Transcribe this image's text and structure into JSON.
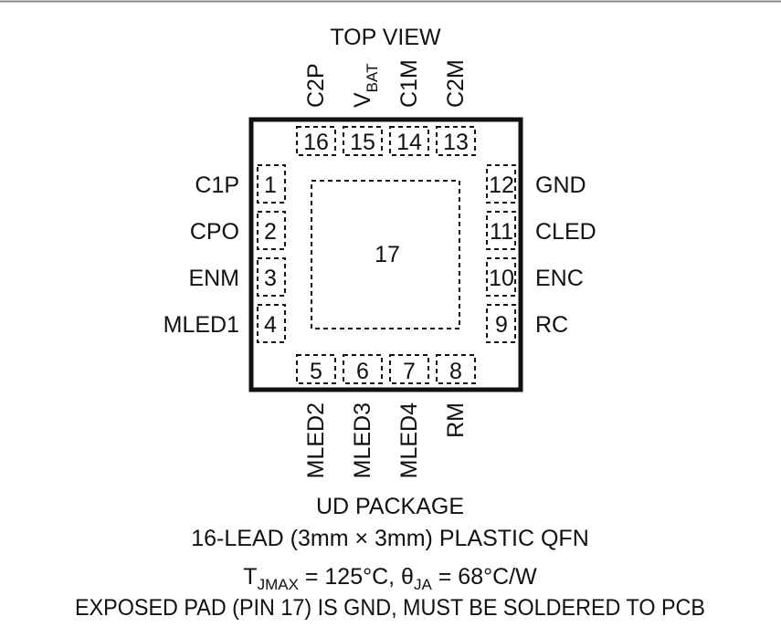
{
  "top_view": "TOP VIEW",
  "pins": {
    "p1": {
      "number": "1",
      "label": "C1P"
    },
    "p2": {
      "number": "2",
      "label": "CPO"
    },
    "p3": {
      "number": "3",
      "label": "ENM"
    },
    "p4": {
      "number": "4",
      "label": "MLED1"
    },
    "p5": {
      "number": "5",
      "label": "MLED2"
    },
    "p6": {
      "number": "6",
      "label": "MLED3"
    },
    "p7": {
      "number": "7",
      "label": "MLED4"
    },
    "p8": {
      "number": "8",
      "label": "RM"
    },
    "p9": {
      "number": "9",
      "label": "RC"
    },
    "p10": {
      "number": "10",
      "label": "ENC"
    },
    "p11": {
      "number": "11",
      "label": "CLED"
    },
    "p12": {
      "number": "12",
      "label": "GND"
    },
    "p13": {
      "number": "13",
      "label": "C2M"
    },
    "p14": {
      "number": "14",
      "label": "C1M"
    },
    "p15": {
      "number": "15",
      "label": "V",
      "label_sub": "BAT"
    },
    "p16": {
      "number": "16",
      "label": "C2P"
    },
    "p17": {
      "number": "17"
    }
  },
  "caption": {
    "package": "UD PACKAGE",
    "lead": "16-LEAD (3mm × 3mm) PLASTIC QFN",
    "tjmax_t": "T",
    "tjmax_sub": "JMAX",
    "tjmax_mid": " = 125°C, θ",
    "theta_sub": "JA",
    "theta_val": " = 68°C/W",
    "exposed_pad": "EXPOSED PAD (PIN 17) IS GND, MUST BE SOLDERED TO PCB"
  }
}
